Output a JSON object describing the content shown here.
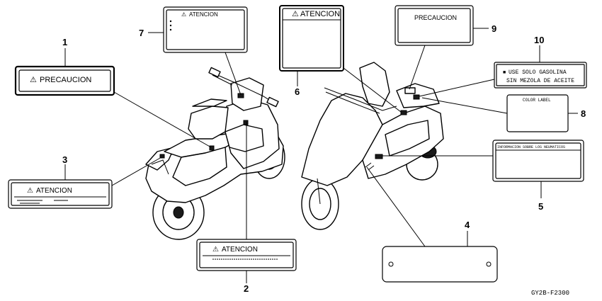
{
  "callouts": [
    "1",
    "2",
    "3",
    "4",
    "5",
    "6",
    "7",
    "8",
    "9",
    "10"
  ],
  "labels": {
    "l1": "PRECAUCION",
    "l2": "ATENCION",
    "l3": "ATENCION",
    "l6": "ATENCION",
    "l7": "ATENCION",
    "l9": "PRECAUCION",
    "l10_line1": "USE SOLO GASOLINA",
    "l10_line2": "SIN MEZOLA DE ACEITE",
    "l8": "COLOR LABEL",
    "l5": "INFORMACION SOBRE LOS NEUMATICOS"
  },
  "warning_symbol": "⚠",
  "bullet_symbol": "■",
  "part_code": "GY2B-F2300"
}
